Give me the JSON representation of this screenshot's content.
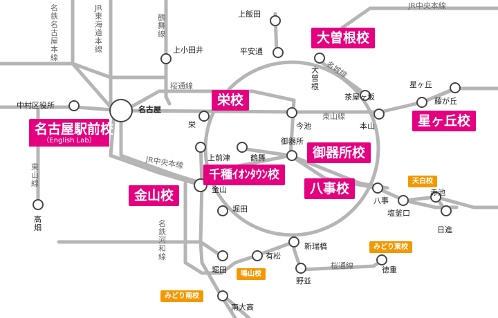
{
  "lines": {
    "jr_chuo_top": "JR中央本線",
    "meitetsu_nagoya": "名鉄名古屋本線",
    "jr_tokaido": "JR東海道本線",
    "tsurumai": "鶴舞線",
    "sakuradori_upper": "桜通線",
    "meijo": "名城線",
    "higashiyama": "東山線",
    "jr_chuo_mid": "JR中央本線",
    "higashiyama_west": "東山線",
    "meiko": "名鉄河和線",
    "sakuradori_lower": "桜通線"
  },
  "stations": {
    "kamiiida": "上飯田",
    "kamiotai": "上小田井",
    "heiando": "平安通",
    "ozone": "大曽根",
    "chayagasaka": "茶屋ヶ坂",
    "hoshigaoka": "星ヶ丘",
    "fujigaoka": "藤が丘",
    "nakamura": "中村区役所",
    "nagoya": "名古屋",
    "sakae": "栄",
    "imaike": "今池",
    "motoyama": "本山",
    "gokiso": "御器所",
    "kamimaezu": "上前津",
    "tsurumai": "鶴舞",
    "kanayama": "金山",
    "horita_mid": "堀田",
    "yagoto": "八事",
    "shiogama": "塩釜口",
    "akaike": "赤池",
    "nisshin": "日進",
    "takabata": "高畑",
    "shinmizuhashi": "新瑞橋",
    "horita_low": "堀田",
    "arimatsu": "有松",
    "tokushige": "徳重",
    "nonami": "野並",
    "minamiodaka": "南大高"
  },
  "campuses": {
    "nagoya_ekimae": "名古屋駅前校",
    "nagoya_ekimae_sub": "（English Lab）",
    "ozone": "大曽根校",
    "sakae": "栄校",
    "hoshigaoka": "星ヶ丘校",
    "gokiso": "御器所校",
    "chikusa": "千種ｲｵﾝﾀｳﾝ校",
    "kanayama": "金山校",
    "yagoto": "八事校",
    "tenpaku": "天白校",
    "midori_higashi": "みどり東校",
    "narumi": "鳴山校",
    "midori_minami": "みどり南校"
  },
  "colors": {
    "line_gray": "#b5b5b5",
    "campus_pink": "#e4007f",
    "campus_orange": "#f39800",
    "station_stroke": "#444444"
  }
}
